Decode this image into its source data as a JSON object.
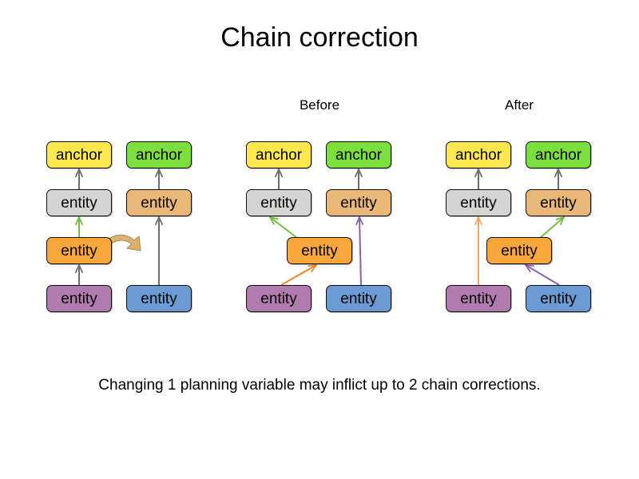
{
  "page": {
    "title": "Chain correction",
    "caption": "Changing 1 planning variable may inflict up to 2 chain corrections.",
    "background": "#ffffff"
  },
  "labels": {
    "before": "Before",
    "after": "After"
  },
  "palette": {
    "anchor_yellow": "#ffe84d",
    "anchor_green": "#7ce03c",
    "entity_gray": "#d4d4d1",
    "entity_tan": "#e9b877",
    "entity_orange": "#f9a63a",
    "entity_purple": "#b07cae",
    "entity_blue": "#6b9bd2",
    "arrow_gray": "#6e6e6e",
    "arrow_green": "#6fbf3f",
    "arrow_orange": "#e8882a",
    "arrow_violet": "#8b62a8",
    "arrow_peach": "#efa86a",
    "arrow_sand": "#dcb274",
    "stroke_dark": "#111111"
  },
  "groups": [
    {
      "id": "original",
      "label": "",
      "nodes": [
        {
          "id": "o-anchor-left",
          "text": "anchor",
          "color_key": "anchor_yellow"
        },
        {
          "id": "o-anchor-right",
          "text": "anchor",
          "color_key": "anchor_green"
        },
        {
          "id": "o-gray",
          "text": "entity",
          "color_key": "entity_gray"
        },
        {
          "id": "o-tan",
          "text": "entity",
          "color_key": "entity_tan"
        },
        {
          "id": "o-orange",
          "text": "entity",
          "color_key": "entity_orange"
        },
        {
          "id": "o-purple",
          "text": "entity",
          "color_key": "entity_purple"
        },
        {
          "id": "o-blue",
          "text": "entity",
          "color_key": "entity_blue"
        }
      ],
      "edges": [
        {
          "from": "o-gray",
          "to": "o-anchor-left",
          "color_key": "arrow_gray"
        },
        {
          "from": "o-tan",
          "to": "o-anchor-right",
          "color_key": "arrow_gray"
        },
        {
          "from": "o-orange",
          "to": "o-gray",
          "color_key": "arrow_green"
        },
        {
          "from": "o-purple",
          "to": "o-orange",
          "color_key": "arrow_gray"
        },
        {
          "from": "o-blue",
          "to": "o-tan",
          "color_key": "arrow_gray"
        }
      ],
      "move_hint": {
        "kind": "curved-move-arrow",
        "color_key": "arrow_sand"
      }
    },
    {
      "id": "before",
      "label": "Before",
      "nodes": [
        {
          "id": "b-anchor-left",
          "text": "anchor",
          "color_key": "anchor_yellow"
        },
        {
          "id": "b-anchor-right",
          "text": "anchor",
          "color_key": "anchor_green"
        },
        {
          "id": "b-gray",
          "text": "entity",
          "color_key": "entity_gray"
        },
        {
          "id": "b-tan",
          "text": "entity",
          "color_key": "entity_tan"
        },
        {
          "id": "b-orange",
          "text": "entity",
          "color_key": "entity_orange"
        },
        {
          "id": "b-purple",
          "text": "entity",
          "color_key": "entity_purple"
        },
        {
          "id": "b-blue",
          "text": "entity",
          "color_key": "entity_blue"
        }
      ],
      "edges": [
        {
          "from": "b-gray",
          "to": "b-anchor-left",
          "color_key": "arrow_gray"
        },
        {
          "from": "b-tan",
          "to": "b-anchor-right",
          "color_key": "arrow_gray"
        },
        {
          "from": "b-orange",
          "to": "b-gray",
          "color_key": "arrow_green"
        },
        {
          "from": "b-purple",
          "to": "b-orange",
          "color_key": "arrow_orange"
        },
        {
          "from": "b-blue",
          "to": "b-tan",
          "color_key": "arrow_violet"
        }
      ]
    },
    {
      "id": "after",
      "label": "After",
      "nodes": [
        {
          "id": "a-anchor-left",
          "text": "anchor",
          "color_key": "anchor_yellow"
        },
        {
          "id": "a-anchor-right",
          "text": "anchor",
          "color_key": "anchor_green"
        },
        {
          "id": "a-gray",
          "text": "entity",
          "color_key": "entity_gray"
        },
        {
          "id": "a-tan",
          "text": "entity",
          "color_key": "entity_tan"
        },
        {
          "id": "a-orange",
          "text": "entity",
          "color_key": "entity_orange"
        },
        {
          "id": "a-purple",
          "text": "entity",
          "color_key": "entity_purple"
        },
        {
          "id": "a-blue",
          "text": "entity",
          "color_key": "entity_blue"
        }
      ],
      "edges": [
        {
          "from": "a-gray",
          "to": "a-anchor-left",
          "color_key": "arrow_gray"
        },
        {
          "from": "a-tan",
          "to": "a-anchor-right",
          "color_key": "arrow_gray"
        },
        {
          "from": "a-purple",
          "to": "a-gray",
          "color_key": "arrow_peach"
        },
        {
          "from": "a-orange",
          "to": "a-tan",
          "color_key": "arrow_green"
        },
        {
          "from": "a-blue",
          "to": "a-orange",
          "color_key": "arrow_violet"
        }
      ]
    }
  ]
}
